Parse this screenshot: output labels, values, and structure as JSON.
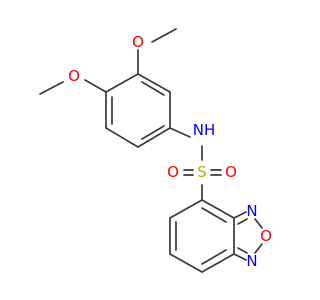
{
  "colors": {
    "bond": "#3a3a3a",
    "oxygen": "#ff0000",
    "nitrogen": "#0000ff",
    "sulfur": "#b3b300",
    "background": "#ffffff"
  },
  "labels": {
    "methoxy_top_o": "O",
    "methoxy_left_o": "O",
    "amine_nh": "NH",
    "sulfur": "S",
    "sulfonyl_o_left": "O",
    "sulfonyl_o_right": "O",
    "ring_n_top": "N",
    "ring_o": "O",
    "ring_n_bottom": "N"
  }
}
